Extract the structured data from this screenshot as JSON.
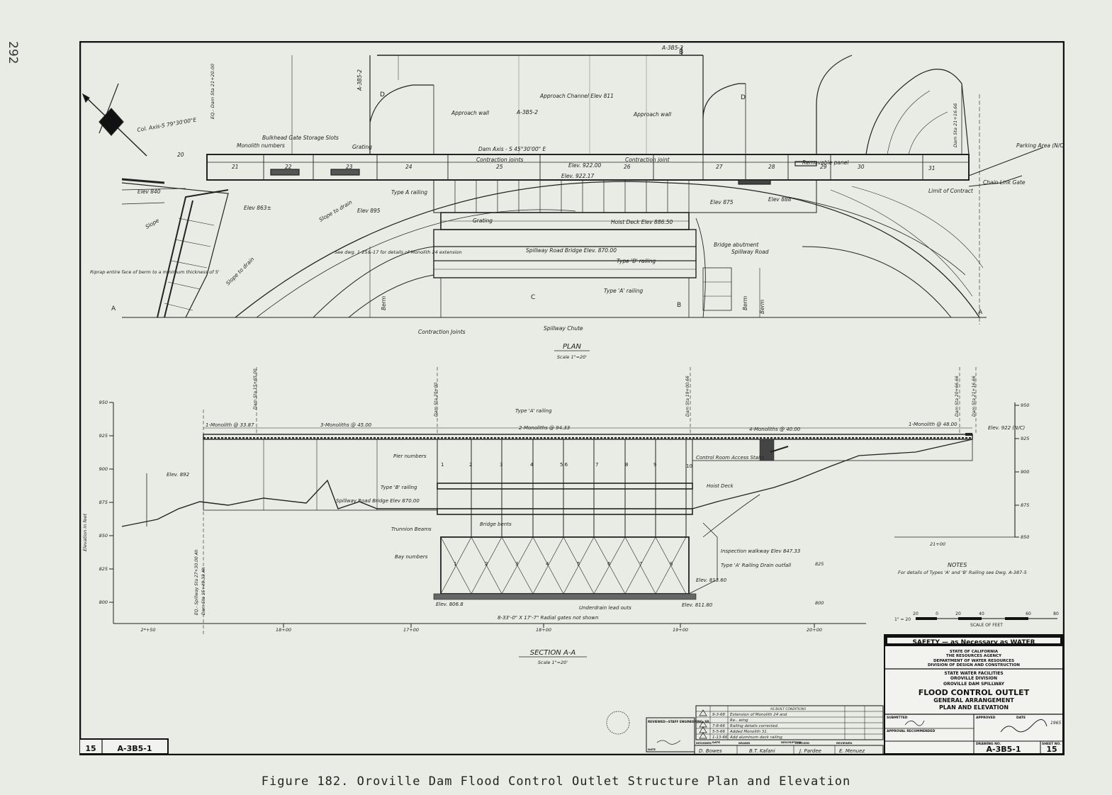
{
  "page_number": "292",
  "caption": "Figure 182. Oroville Dam Flood Control Outlet Structure Plan and Elevation",
  "plan": {
    "title": "PLAN",
    "scale": "Scale 1\"=20'",
    "labels": {
      "approach_channel": "Approach Channel Elev 811",
      "approach_wall_left": "Approach wall",
      "approach_wall_right": "Approach wall",
      "dam_axis": "Dam Axis - S 45°30'00\" E",
      "contraction_joints": "Contraction joints",
      "contraction_joint": "Contraction joint",
      "elev_922": "Elev. 922.00",
      "elev_9221": "Elev. 922.17",
      "bulkhead": "Bulkhead Gate Storage Slots",
      "monolith_numbers": "Monolith numbers",
      "grating_top": "Grating",
      "grating_mid": "Grating",
      "hoist_deck": "Hoist Deck Elev 886.50",
      "type_a_railing": "Type A railing",
      "type_b_railing": "Type 'B' railing",
      "type_a_railing2": "Type 'A' railing",
      "spillway_road_bridge": "Spillway Road Bridge Elev. 870.00",
      "bridge_abutment": "Bridge abutment",
      "spillway_road": "Spillway Road",
      "spillway_chute": "Spillway Chute",
      "contraction_joints_bottom": "Contraction Joints",
      "elev_875": "Elev 875",
      "elev_888": "Elev 888",
      "elev_863": "Elev 863±",
      "elev_840": "Elev 840",
      "elev_895": "Elev 895",
      "parking_area": "Parking Area (N/C)",
      "chain_link_gate": "Chain Link Gate",
      "limit_of_contract": "Limit of Contract",
      "removable_panel": "Removable panel",
      "riprap": "Riprap entire face of berm to a minimum thickness of 5'",
      "see_dwg": "See dwg. 1-25&-17 for details of Monolith 24 extension",
      "slope": "Slope",
      "slope_to_drain1": "Slope to drain",
      "slope_to_drain2": "Slope to drain",
      "berm1": "Berm",
      "berm2": "Berm",
      "berm3": "Berm",
      "col_axis": "Col. Axis-S 79°30'00\"E",
      "eq_dam_sta": "EQ.- Dam Sta 21+20.00",
      "dam_sta_2116": "Dam Sta 21+16.66",
      "a_top": "A-3B5-2",
      "a_left": "A-3B5-2",
      "a_mid": "A-3B5-2"
    },
    "monoliths": [
      "20",
      "21",
      "22",
      "23",
      "24",
      "25",
      "26",
      "27",
      "28",
      "29",
      "30",
      "31"
    ],
    "section_marks": [
      "A",
      "A",
      "B",
      "B",
      "C",
      "D",
      "D"
    ]
  },
  "section": {
    "title": "SECTION A-A",
    "scale": "Scale 1\"=20'",
    "y_axis_label": "Elevation in feet",
    "y_ticks_left": [
      "950",
      "925",
      "900",
      "875",
      "850",
      "825",
      "800"
    ],
    "y_ticks_right": [
      "950",
      "925",
      "900",
      "875",
      "850",
      "825",
      "800"
    ],
    "x_ticks": [
      "2*+50",
      "18+00",
      "17+00",
      "18+00",
      "19+00",
      "20+00",
      "21+00"
    ],
    "labels": {
      "type_a_railing": "Type 'A' railing",
      "monolith_3387": "1-Monolith @ 33.87",
      "monolith_4500": "3-Monoliths @ 45.00",
      "monolith_9433": "2-Monoliths @ 94.33",
      "monolith_4000": "4-Monoliths @ 40.00",
      "monolith_4800": "1-Monolith @ 48.00",
      "elev_922_nc": "Elev. 922 (N/C)",
      "pier_numbers": "Pier numbers",
      "control_room": "Control Room Access Stairs",
      "hoist_deck": "Hoist Deck",
      "elev_892": "Elev. 892",
      "type_b_railing": "Type 'B' railing",
      "spillway_road_bridge": "Spillway Road Bridge Elev 870.00",
      "trunnion_beams": "Trunnion Beams",
      "bridge_bents": "Bridge bents",
      "bay_numbers": "Bay numbers",
      "inspection_walkway": "Inspection walkway Elev 847.33",
      "type_a_drain": "Type 'A' Railing Drain outfall",
      "elev_813": "Elev. 813.60",
      "elev_811": "Elev. 811.80",
      "elev_806": "Elev. 806.8",
      "underdrain": "Underdrain lead outs",
      "radial_gates": "8-33'-0\" X 17'-7\" Radial gates not shown",
      "notes_title": "NOTES",
      "notes_body": "For details of Types 'A' and 'B' Railing see Dwg. A-387-5",
      "spillway_sta": "EQ.- Spillway Sta 27+30.00 Ah",
      "dam_sta_1549": "Dam Sta 15+49.33 Ah",
      "dam_sta_2000": "Dam Sta 20+00",
      "dam_sta_2066": "Dam Sta 20+66.66",
      "dam_sta_2116": "Dam Sta 21+16.66",
      "sta_2100": "21+00",
      "dam_sta_1900": "Dam Sta 19+00.66",
      "dam_sta_1930": "Dam Sta 15+65.00"
    },
    "pier_numbers": [
      "1",
      "2",
      "3",
      "4",
      "5 6",
      "7",
      "8",
      "9",
      "10"
    ],
    "bay_numbers": [
      "1",
      "2",
      "3",
      "4",
      "5",
      "6",
      "7",
      "8"
    ]
  },
  "scale_bar": {
    "ticks": [
      "20",
      "0",
      "20",
      "40",
      "60",
      "80"
    ],
    "label": "SCALE OF FEET",
    "ratio": "1\" = 20"
  },
  "title_block": {
    "safety": "SAFETY — as Necessary as WATER",
    "agency_lines": [
      "STATE OF CALIFORNIA",
      "THE RESOURCES AGENCY",
      "DEPARTMENT OF WATER RESOURCES",
      "DIVISION OF DESIGN AND CONSTRUCTION"
    ],
    "facility_lines": [
      "STATE WATER FACILITIES",
      "OROVILLE DIVISION",
      "OROVILLE DAM SPILLWAY"
    ],
    "title": "FLOOD CONTROL OUTLET",
    "subtitle_lines": [
      "GENERAL ARRANGEMENT",
      "PLAN AND ELEVATION"
    ],
    "submitted": "SUBMITTED",
    "approved": "APPROVED",
    "date": "DATE",
    "approval_recommended": "APPROVAL RECOMMENDED",
    "drawing_no_label": "DRAWING NO.",
    "sheet_no_label": "SHEET NO.",
    "drawing_no": "A-3B5-1",
    "sheet_no": "15",
    "year": "1965"
  },
  "revisions": {
    "header": "AS BUILT CONDITIONS",
    "rows": [
      {
        "mark": "",
        "date": "9-3-68",
        "desc": "Extension of Monolith 24 and"
      },
      {
        "mark": "",
        "date": "",
        "desc": "Re...wing"
      },
      {
        "mark": "",
        "date": "7-8-66",
        "desc": "Railing details corrected."
      },
      {
        "mark": "",
        "date": "5-5-66",
        "desc": "Added Monolith 31."
      },
      {
        "mark": "",
        "date": "1-13-66",
        "desc": "Add aluminum deck railing"
      }
    ],
    "date_label": "DATE",
    "description_label": "DESCRIPTION"
  },
  "signatures": {
    "reviewed_staff": "REVIEWED—STAFF ENGINEERING, SR.",
    "designed": "D. Bowes",
    "drawn": "B.T. Kafani",
    "checked": "J. Pardee",
    "reviewed": "E. Menuez",
    "designed_label": "DESIGNED",
    "drawn_label": "DRAWN",
    "checked_label": "CHECKED",
    "reviewed_label": "REVIEWED",
    "date_label": "DATE"
  },
  "corner_box": {
    "sheet": "15",
    "drawing": "A-3B5-1"
  }
}
